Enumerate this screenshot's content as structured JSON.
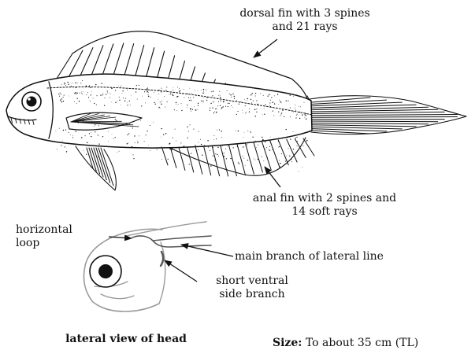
{
  "labels": {
    "dorsal_line1": "dorsal fin with 3 spines",
    "dorsal_line2": "and 21 rays",
    "anal_line1": "anal fin with 2 spines and",
    "anal_line2": "14 soft rays",
    "horizontal_line1": "horizontal",
    "horizontal_line2": "loop",
    "main_branch": "main branch of lateral line",
    "ventral_line1": "short ventral",
    "ventral_line2": "side branch",
    "caption": "lateral view of head",
    "size_label": "Size:",
    "size_value": "To about 35 cm (TL)"
  },
  "colors": {
    "ink": "#111111",
    "head_outline": "#9a9a9a",
    "lateral_line": "#555555"
  }
}
